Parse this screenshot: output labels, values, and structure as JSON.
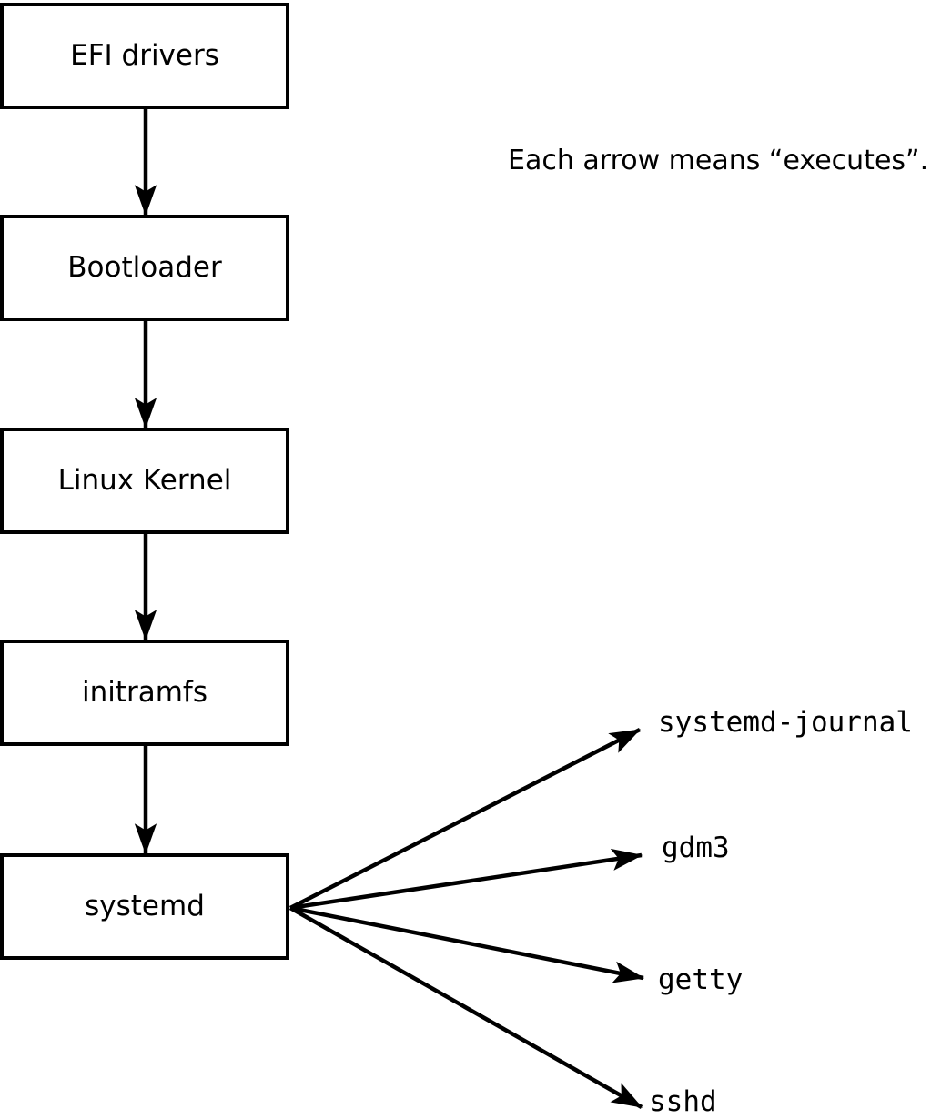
{
  "note": {
    "text": "Each arrow means “executes”."
  },
  "chain": [
    {
      "label": "EFI drivers"
    },
    {
      "label": "Bootloader"
    },
    {
      "label": "Linux Kernel"
    },
    {
      "label": "initramfs"
    },
    {
      "label": "systemd"
    }
  ],
  "processes": [
    {
      "label": "systemd-journal"
    },
    {
      "label": "gdm3"
    },
    {
      "label": "getty"
    },
    {
      "label": "sshd"
    }
  ],
  "arrows": {
    "meaning": "executes",
    "style": "filled-arrowhead"
  },
  "colors": {
    "background": "#ffffff",
    "stroke": "#000000",
    "box_fill": "#ffffff",
    "text": "#000000"
  }
}
